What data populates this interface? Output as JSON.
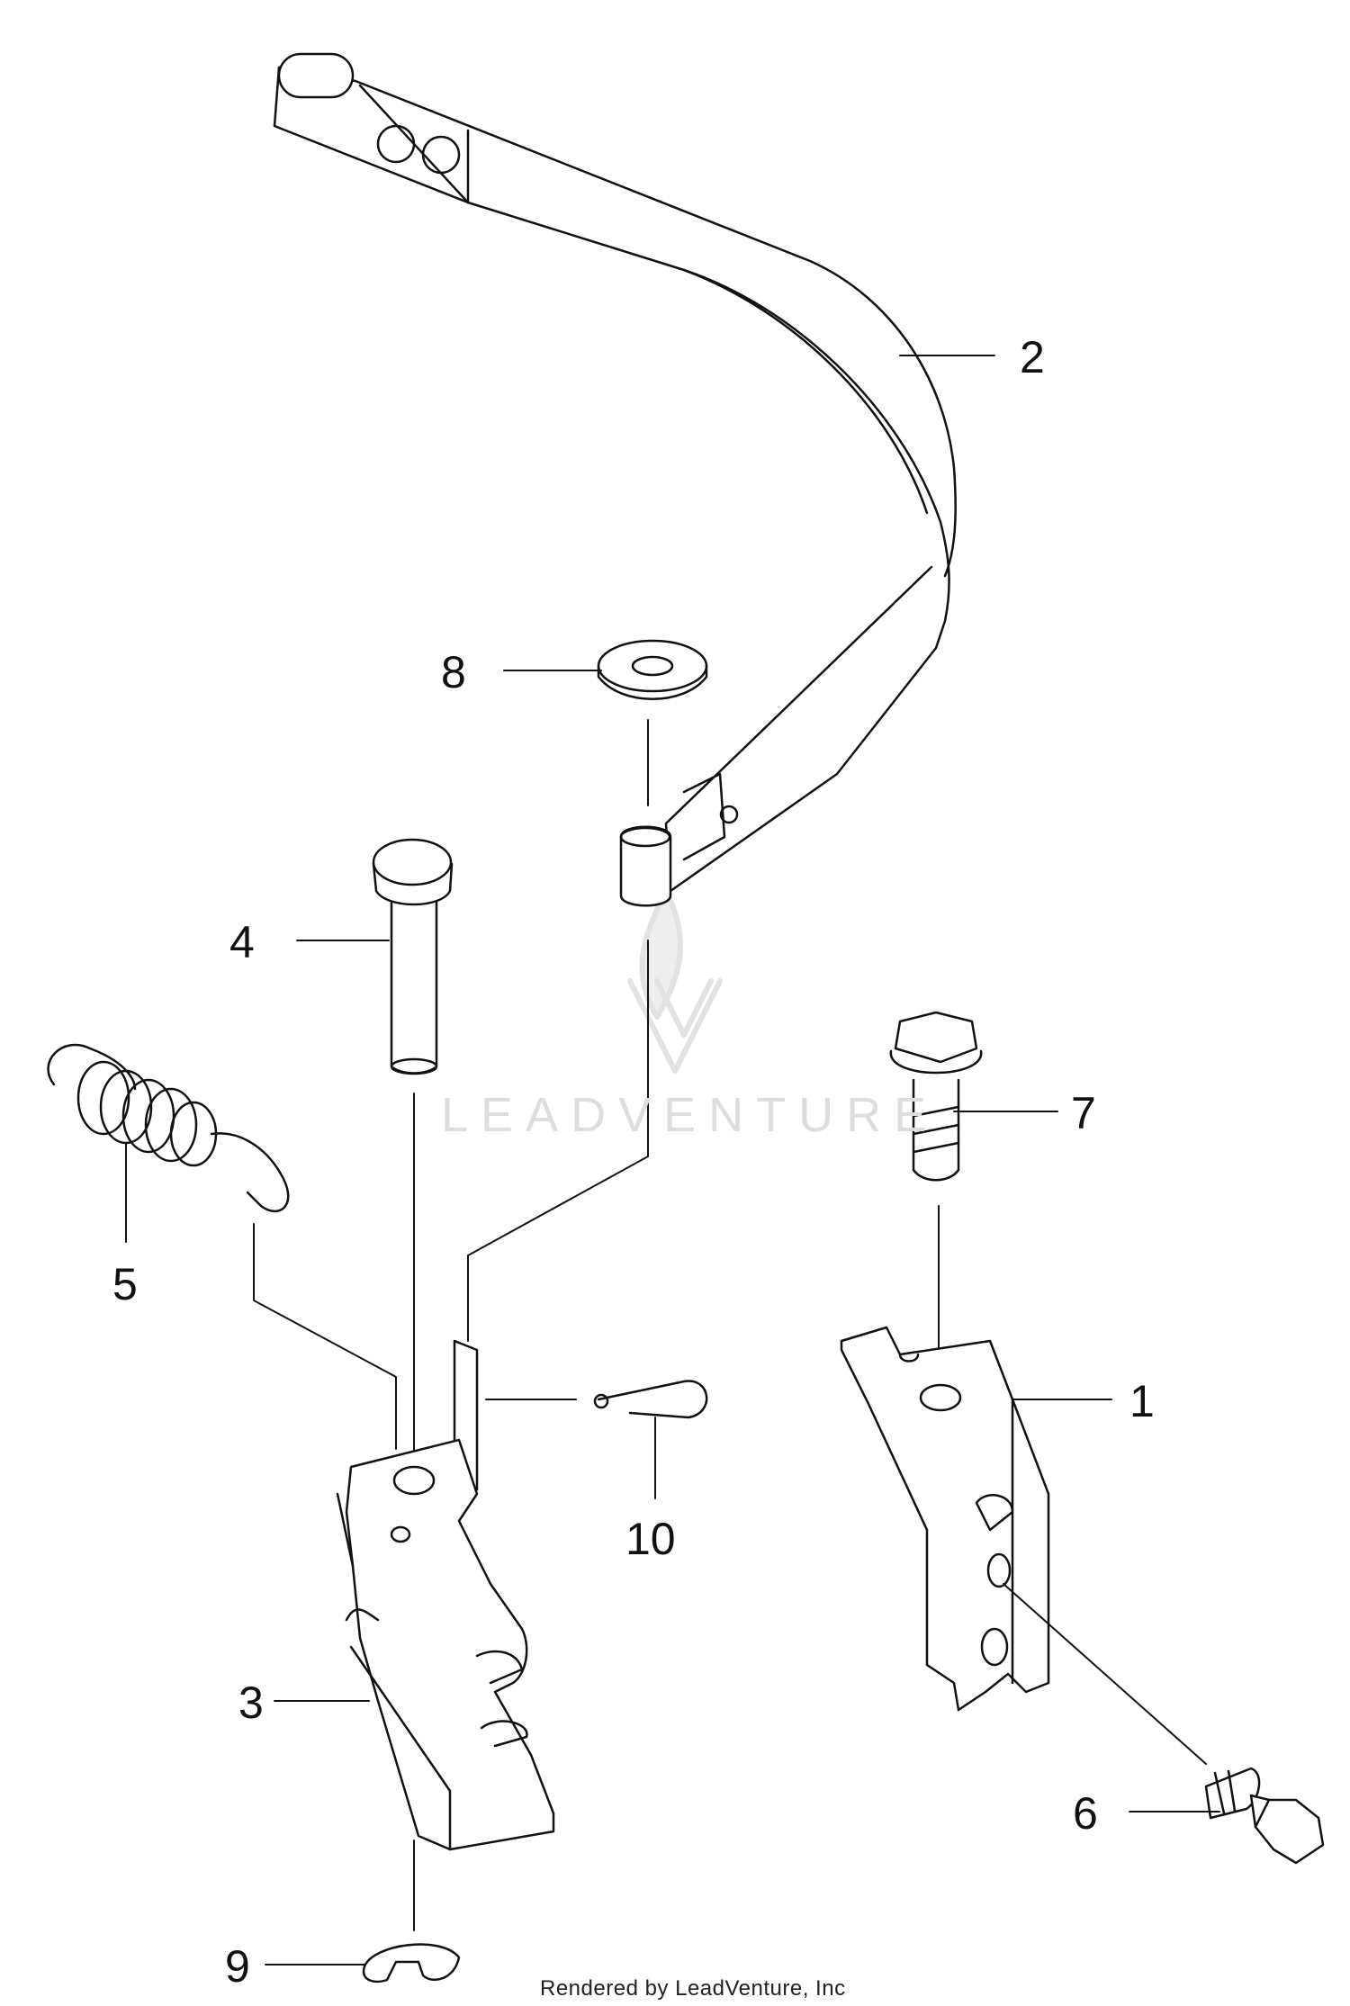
{
  "diagram": {
    "watermark_text": "LEADVENTURE",
    "credit": "Rendered by LeadVenture, Inc",
    "parts": [
      {
        "id": "bracket",
        "label": "1",
        "icon": "bracket-icon"
      },
      {
        "id": "brake-band",
        "label": "2",
        "icon": "brake-band-icon"
      },
      {
        "id": "brake-lever",
        "label": "3",
        "icon": "lever-icon"
      },
      {
        "id": "pin",
        "label": "4",
        "icon": "pin-icon"
      },
      {
        "id": "spring",
        "label": "5",
        "icon": "spring-icon"
      },
      {
        "id": "bolt-6",
        "label": "6",
        "icon": "bolt-icon"
      },
      {
        "id": "bolt-7",
        "label": "7",
        "icon": "bolt-icon"
      },
      {
        "id": "washer",
        "label": "8",
        "icon": "washer-icon"
      },
      {
        "id": "e-ring",
        "label": "9",
        "icon": "e-ring-icon"
      },
      {
        "id": "hairpin-clip",
        "label": "10",
        "icon": "clip-icon"
      }
    ]
  }
}
